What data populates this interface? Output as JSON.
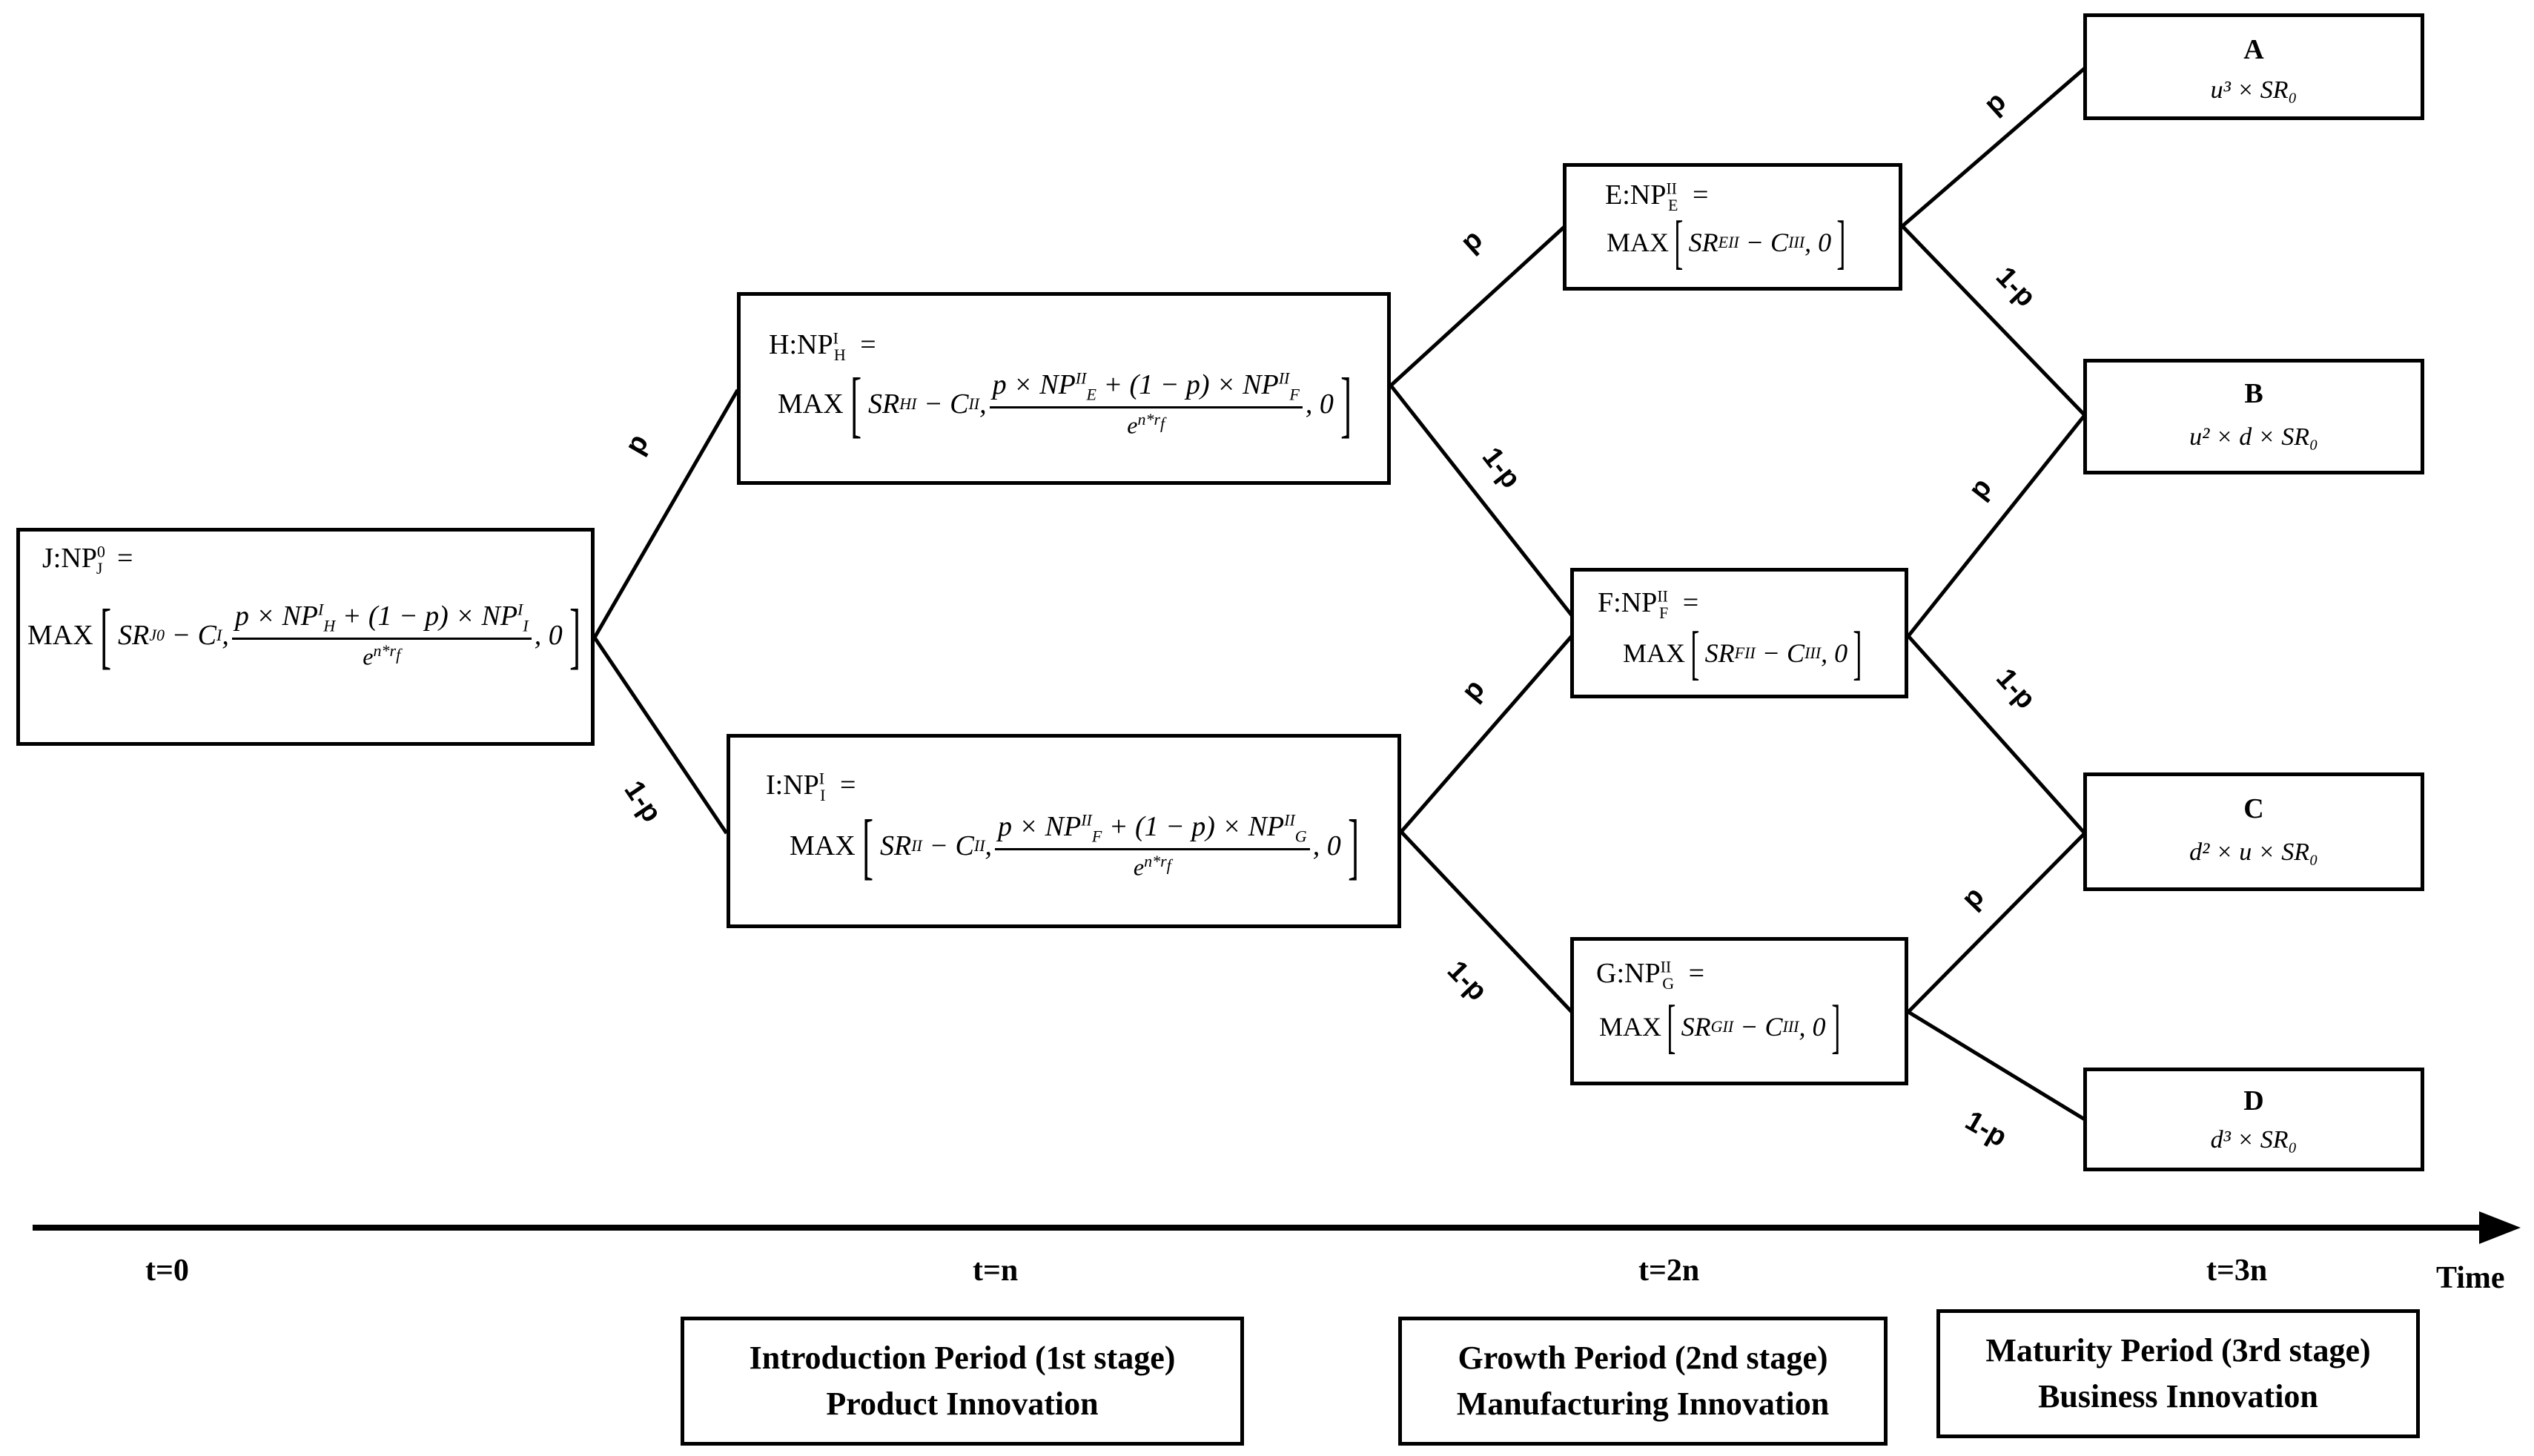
{
  "nodes": {
    "J": {
      "header": "J:NP",
      "sup": "0",
      "sub": "J",
      "eq": "="
    },
    "H": {
      "header": "H:NP",
      "sup": "I",
      "sub": "H",
      "eq": "="
    },
    "I": {
      "header": "I:NP",
      "sup": "I",
      "sub": "I",
      "eq": "="
    },
    "E": {
      "header": "E:NP",
      "sup": "II",
      "sub": "E",
      "eq": "="
    },
    "F": {
      "header": "F:NP",
      "sup": "II",
      "sub": "F",
      "eq": "="
    },
    "G": {
      "header": "G:NP",
      "sup": "II",
      "sub": "G",
      "eq": "="
    }
  },
  "leaves": {
    "A": {
      "label": "A",
      "formula": "u³ × SR₀"
    },
    "B": {
      "label": "B",
      "formula": "u² × d × SR₀"
    },
    "C": {
      "label": "C",
      "formula": "d² × u × SR₀"
    },
    "D": {
      "label": "D",
      "formula": "d³ × SR₀"
    }
  },
  "branch_labels": {
    "up": "p",
    "down": "1-p"
  },
  "timeline": {
    "t0": "t=0",
    "tn": "t=n",
    "t2n": "t=2n",
    "t3n": "t=3n",
    "axis": "Time"
  },
  "periods": [
    {
      "line1": "Introduction Period (1st stage)",
      "line2": "Product Innovation"
    },
    {
      "line1": "Growth Period (2nd stage)",
      "line2": "Manufacturing Innovation"
    },
    {
      "line1": "Maturity Period (3rd stage)",
      "line2": "Business Innovation"
    }
  ]
}
